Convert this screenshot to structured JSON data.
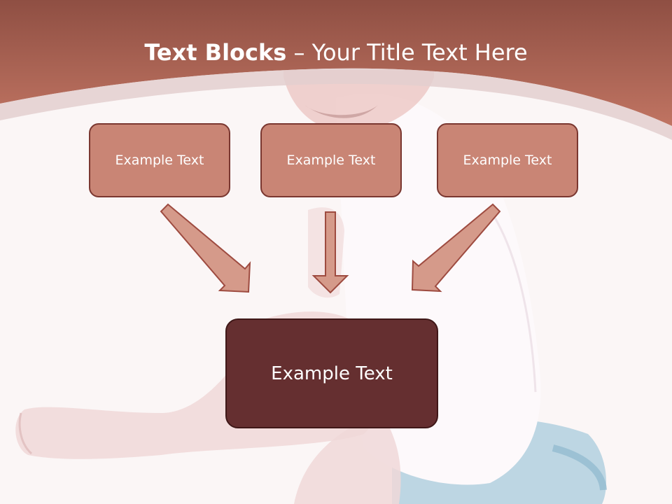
{
  "slide": {
    "title_bold": "Text Blocks",
    "title_rest": " – Your Title Text Here",
    "boxes": [
      {
        "label": "Example Text"
      },
      {
        "label": "Example Text"
      },
      {
        "label": "Example Text"
      }
    ],
    "center_box": {
      "label": "Example Text"
    }
  },
  "colors": {
    "header": "#b96a5a",
    "box_fill": "#c98575",
    "box_border": "#7a3730",
    "center_fill": "#652f30",
    "arrow_fill": "#d59a8a",
    "arrow_stroke": "#9e4b40"
  }
}
